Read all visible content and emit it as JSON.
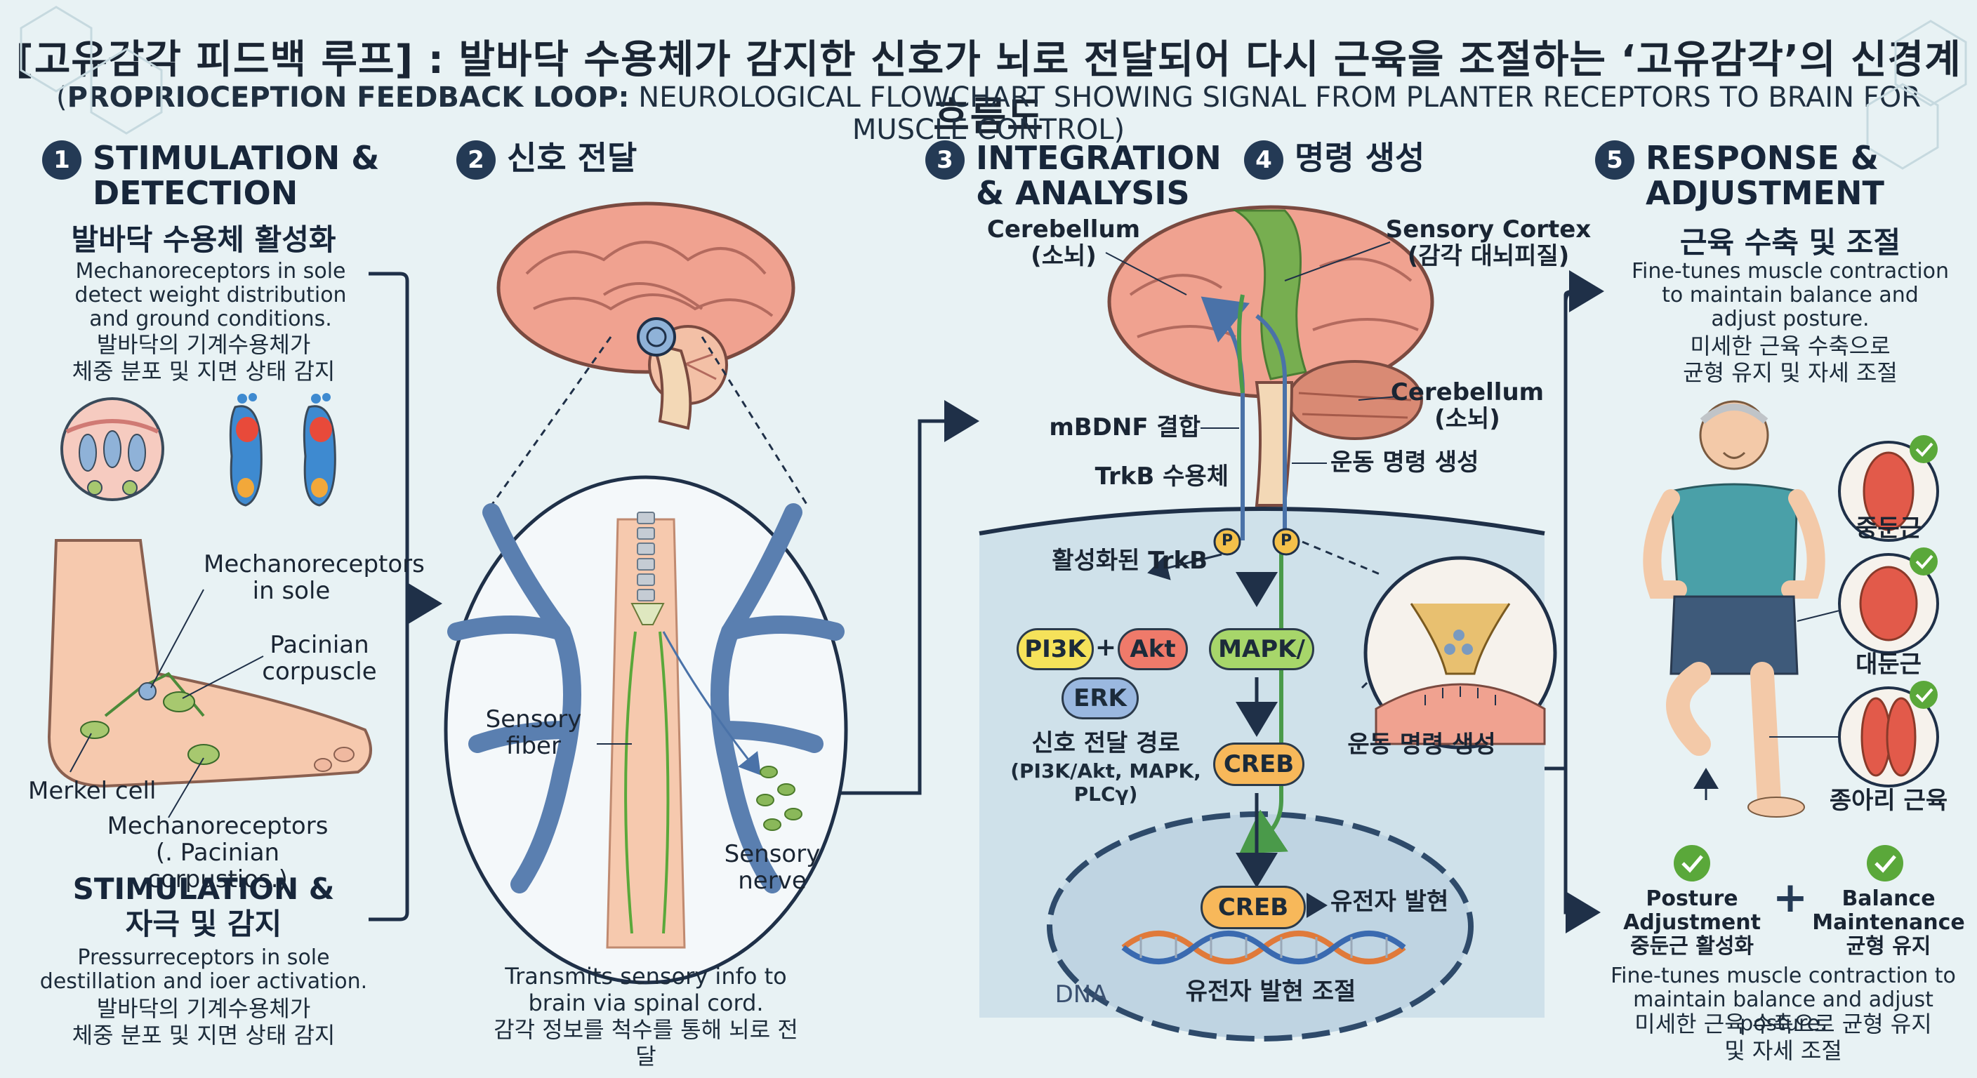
{
  "title": {
    "korean": "[고유감각 피드백 루프] : 발바닥 수용체가 감지한 신호가 뇌로 전달되어 다시 근육을 조절하는 ‘고유감각’의 신경계 흐름도",
    "english_bold": "PROPRIOCEPTION FEEDBACK LOOP:",
    "english_rest": " NEUROLOGICAL FLOWCHART SHOWING SIGNAL FROM PLANTER RECEPTORS TO BRAIN FOR MUSCLE CONTROL)",
    "english_open": "("
  },
  "step1": {
    "number": "1",
    "title_line1": "STIMULATION &",
    "title_line2": "DETECTION",
    "ko_title": "발바닥 수용체 활성화",
    "desc_en": "Mechanoreceptors in sole detect weight distribution and ground conditions.",
    "desc_ko_1": "발바닥의 기계수용체가",
    "desc_ko_2": "체중 분포 및 지면 상태 감지",
    "label_mechano_1": "Mechanoreceptors",
    "label_mechano_2": "in sole",
    "label_pacinian_1": "Pacinian",
    "label_pacinian_2": "corpuscle",
    "label_merkel": "Merkel cell",
    "label_mechano2_1": "Mechanoreceptors",
    "label_mechano2_2": "(. Pacinian corpustios.)",
    "bottom_title_1": "STIMULATION &",
    "bottom_title_2": "자극 및 감지",
    "bottom_desc_1": "Pressurreceptors in sole",
    "bottom_desc_2": "destillation and ioer activation.",
    "bottom_ko_1": "발바닥의 기계수용체가",
    "bottom_ko_2": "체중 분포 및 지면 상태 감지"
  },
  "step2": {
    "number": "2",
    "title": "신호 전달",
    "label_fiber_1": "Sensory",
    "label_fiber_2": "fiber",
    "label_nerve_1": "Sensory",
    "label_nerve_2": "nerve",
    "desc_en_1": "Transmits sensory info to",
    "desc_en_2": "brain via spinal cord.",
    "desc_ko": "감각 정보를 척수를 통해 뇌로 전달"
  },
  "step3": {
    "number": "3",
    "title_line1": "INTEGRATION",
    "title_line2": "& ANALYSIS",
    "cerebellum_top_1": "Cerebellum",
    "cerebellum_top_2": "(소뇌)",
    "mbdnf": "mBDNF 결합",
    "trkb": "TrkB 수용체",
    "trkb_active": "활성화된 TrkB",
    "pi3k": "PI3K",
    "plus": "+",
    "akt": "Akt",
    "erk": "ERK",
    "mapk": "MAPK/",
    "pathway_ko": "신호 전달 경로",
    "pathway_en": "(PI3K/Akt, MAPK, PLCγ)",
    "creb": "CREB",
    "creb2": "CREB",
    "gene_expr": "유전자 발현",
    "dna": "DNA",
    "gene_reg": "유전자 발현 조절",
    "p_label": "P"
  },
  "step4": {
    "number": "4",
    "title": "명령 생성",
    "sensory_cortex_1": "Sensory Cortex",
    "sensory_cortex_2": "(감각 대뇌피질)",
    "cerebellum_1": "Cerebellum",
    "cerebellum_2": "(소뇌)",
    "motor_cmd": "운동 명령 생성",
    "motor_cmd2": "운동 명령 생성"
  },
  "step5": {
    "number": "5",
    "title_line1": "RESPONSE &",
    "title_line2": "ADJUSTMENT",
    "ko_title": "근육 수축 및 조절",
    "desc_en": "Fine-tunes muscle contraction to maintain balance and adjust posture.",
    "desc_ko_1": "미세한 근육 수축으로",
    "desc_ko_2": "균형 유지 및 자세 조절",
    "muscle_1": "중둔근",
    "muscle_2": "대둔근",
    "muscle_3": "종아리 근육",
    "posture_1": "Posture",
    "posture_2": "Adjustment",
    "posture_ko": "중둔근 활성화",
    "plus": "+",
    "balance_1": "Balance",
    "balance_2": "Maintenance",
    "balance_ko": "균형 유지",
    "bottom_en_1": "Fine-tunes muscle contraction to",
    "bottom_en_2": "maintain balance and adjust posture.",
    "bottom_ko_1": "미세한 근육 수축으로 균형 유지",
    "bottom_ko_2": "및 자세 조절"
  },
  "colors": {
    "background": "#e8f2f4",
    "navy": "#243a55",
    "brain_pink": "#f0a290",
    "nerve_blue": "#5a7fb0",
    "cell_blue": "#cfe1ea",
    "green_check": "#5aa83a"
  }
}
